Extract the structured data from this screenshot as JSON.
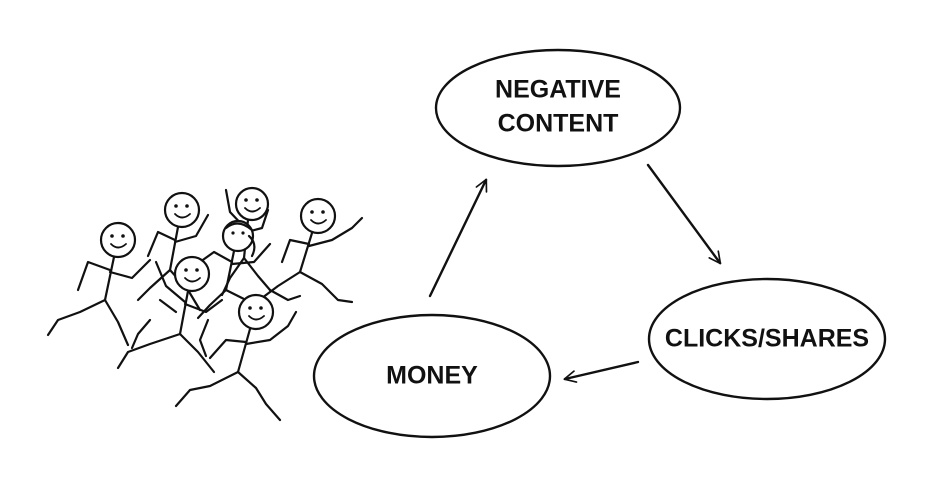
{
  "diagram": {
    "nodes": [
      {
        "id": "negative-content",
        "lines": [
          "NEGATIVE",
          "CONTENT"
        ]
      },
      {
        "id": "clicks-shares",
        "lines": [
          "CLICKS/SHARES"
        ]
      },
      {
        "id": "money",
        "lines": [
          "MONEY"
        ]
      }
    ],
    "edges": [
      {
        "from": "negative-content",
        "to": "clicks-shares"
      },
      {
        "from": "clicks-shares",
        "to": "money"
      },
      {
        "from": "money",
        "to": "negative-content"
      }
    ],
    "illustration": "crowd-of-running-stick-figures"
  }
}
